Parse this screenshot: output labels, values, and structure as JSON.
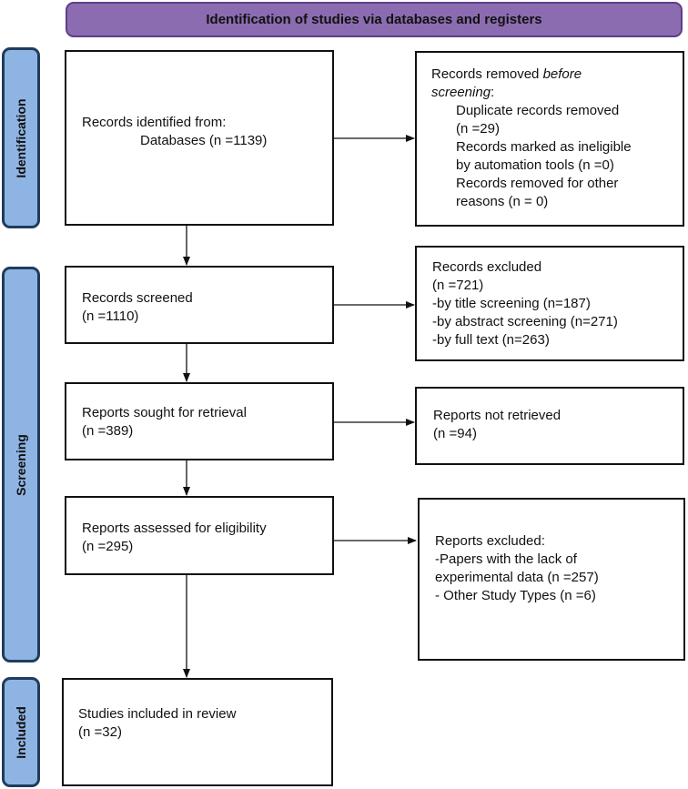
{
  "header": {
    "title": "Identification of studies via databases and registers"
  },
  "phases": {
    "identification": "Identification",
    "screening": "Screening",
    "included": "Included"
  },
  "boxes": {
    "records_identified": {
      "line1": "Records identified from:",
      "line2": "Databases (n =1139)"
    },
    "records_removed": {
      "line1": "Records removed",
      "line1_italic": "before",
      "line2_italic": "screening",
      "line2_rest": ":",
      "items": [
        "Duplicate records removed",
        "(n =29)",
        "Records marked as ineligible",
        "by automation tools (n =0)",
        "Records removed for other",
        "reasons (n = 0)"
      ]
    },
    "records_screened": {
      "line1": "Records screened",
      "line2": "(n =1110)"
    },
    "records_excluded": {
      "lines": [
        "Records excluded",
        "(n =721)",
        "-by title screening (n=187)",
        "-by abstract screening (n=271)",
        "-by full text (n=263)"
      ]
    },
    "reports_sought": {
      "line1": "Reports sought for retrieval",
      "line2": "(n =389)"
    },
    "reports_not_retrieved": {
      "line1": "Reports not retrieved",
      "line2": "(n =94)"
    },
    "reports_assessed": {
      "line1": "Reports assessed for eligibility",
      "line2": "(n =295)"
    },
    "reports_excluded": {
      "lines": [
        "Reports excluded:",
        "-Papers with the lack of",
        "experimental data (n =257)",
        "- Other Study Types (n =6)"
      ]
    },
    "studies_included": {
      "line1": "Studies included in review",
      "line2": "(n =32)"
    }
  },
  "colors": {
    "header_fill": "#8b6cb0",
    "header_border": "#5d3f86",
    "phase_fill": "#8eb4e3",
    "phase_border": "#1f3d5c",
    "box_border": "#111111"
  }
}
